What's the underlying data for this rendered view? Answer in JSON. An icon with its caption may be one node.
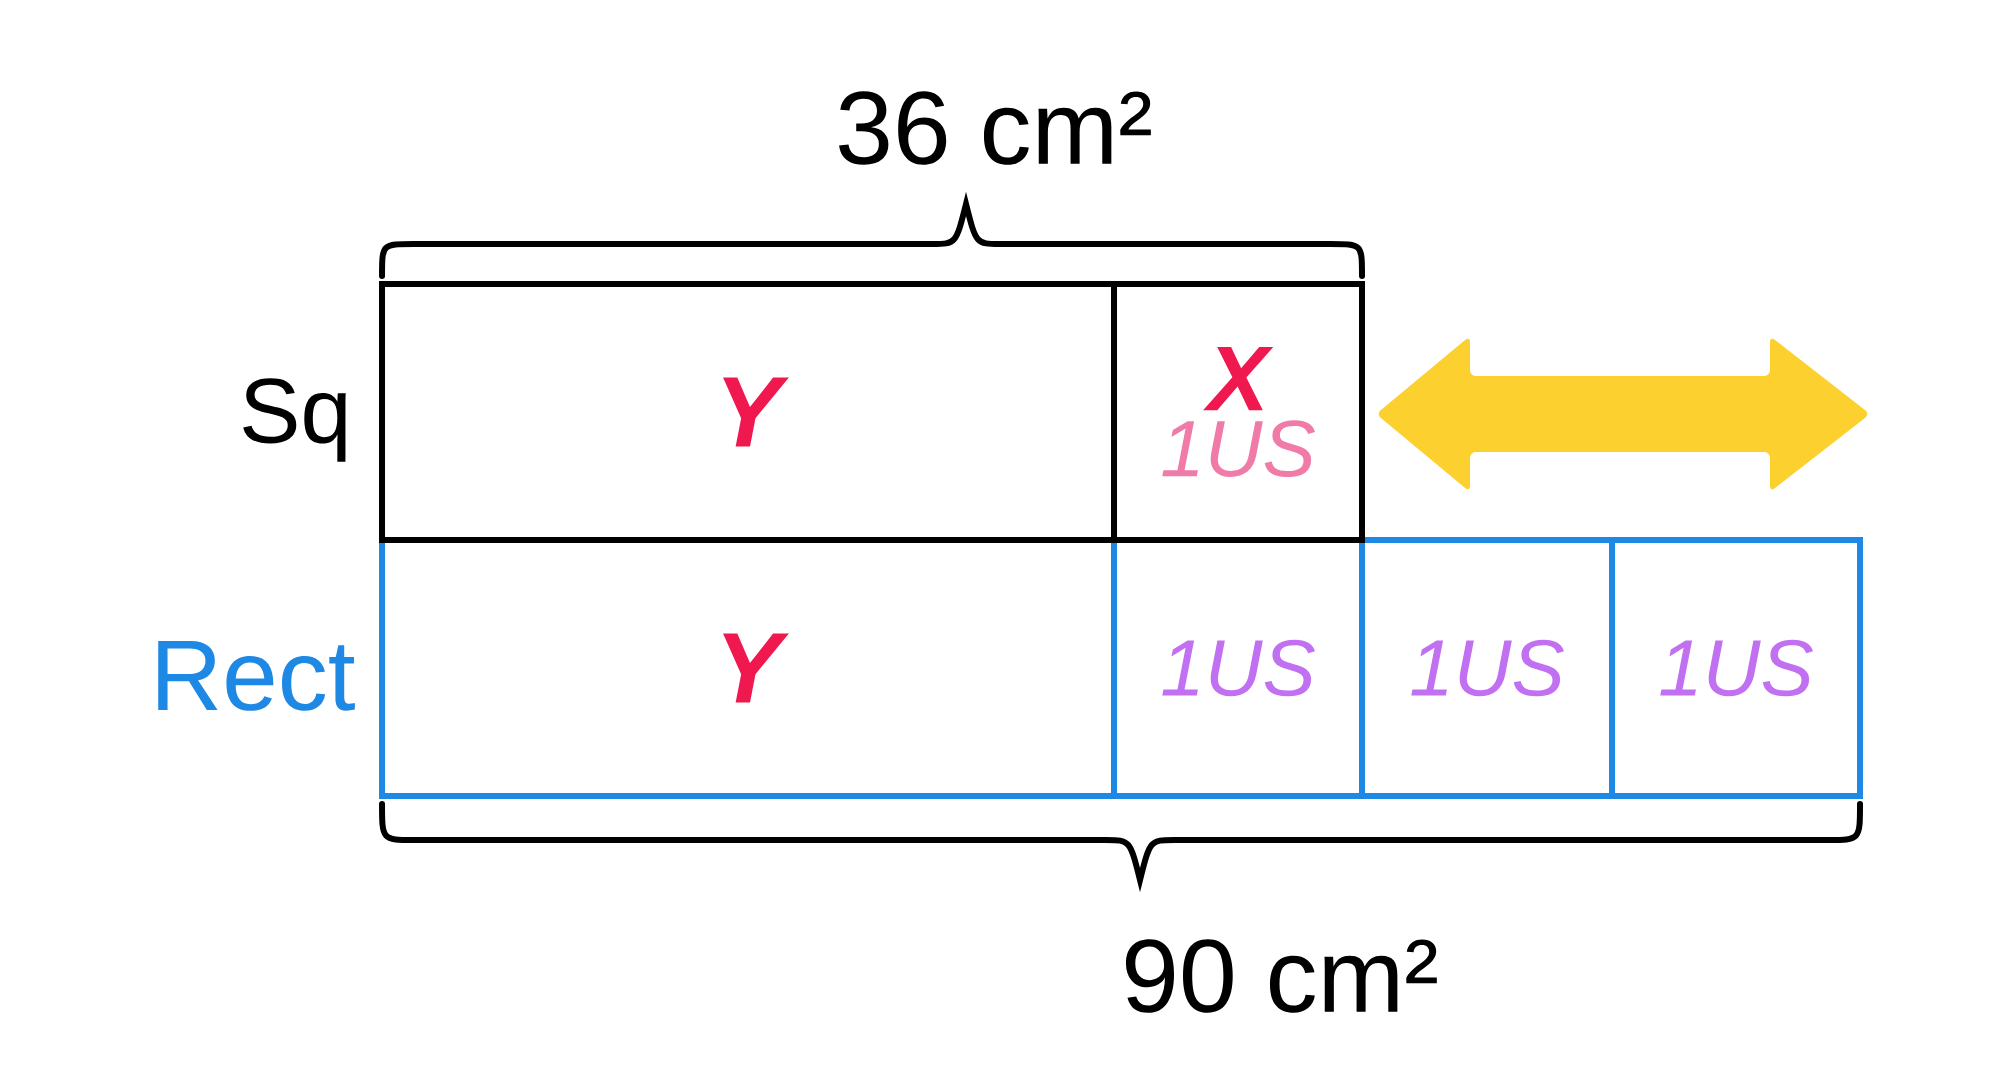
{
  "diagram": {
    "nodes": [
      {
        "text": [
          "Y"
        ]
      },
      {
        "text": [
          "X",
          "1US"
        ]
      },
      {
        "text": [
          "Y"
        ]
      },
      {
        "text": [
          "1US"
        ]
      },
      {
        "text": [
          "1US"
        ]
      },
      {
        "text": [
          "1US"
        ]
      }
    ],
    "labels": [
      "36 cm²",
      "Sq",
      "Rect",
      "90 cm²"
    ]
  }
}
